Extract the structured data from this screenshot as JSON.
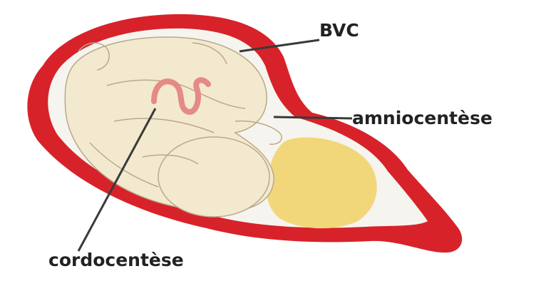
{
  "labels": {
    "bvc": "BVC",
    "amniocentesis": "amniocentèse",
    "cordocentesis": "cordocentèse"
  },
  "colors": {
    "uterus_wall": "#d8222a",
    "amniotic_space": "#f6f4ee",
    "fetus_skin": "#f3e9cf",
    "fetus_outline": "#b9a98a",
    "placenta": "#f2d77a",
    "cord": "#e58a86",
    "pointer": "#3a3a3a",
    "label_text": "#222222"
  }
}
